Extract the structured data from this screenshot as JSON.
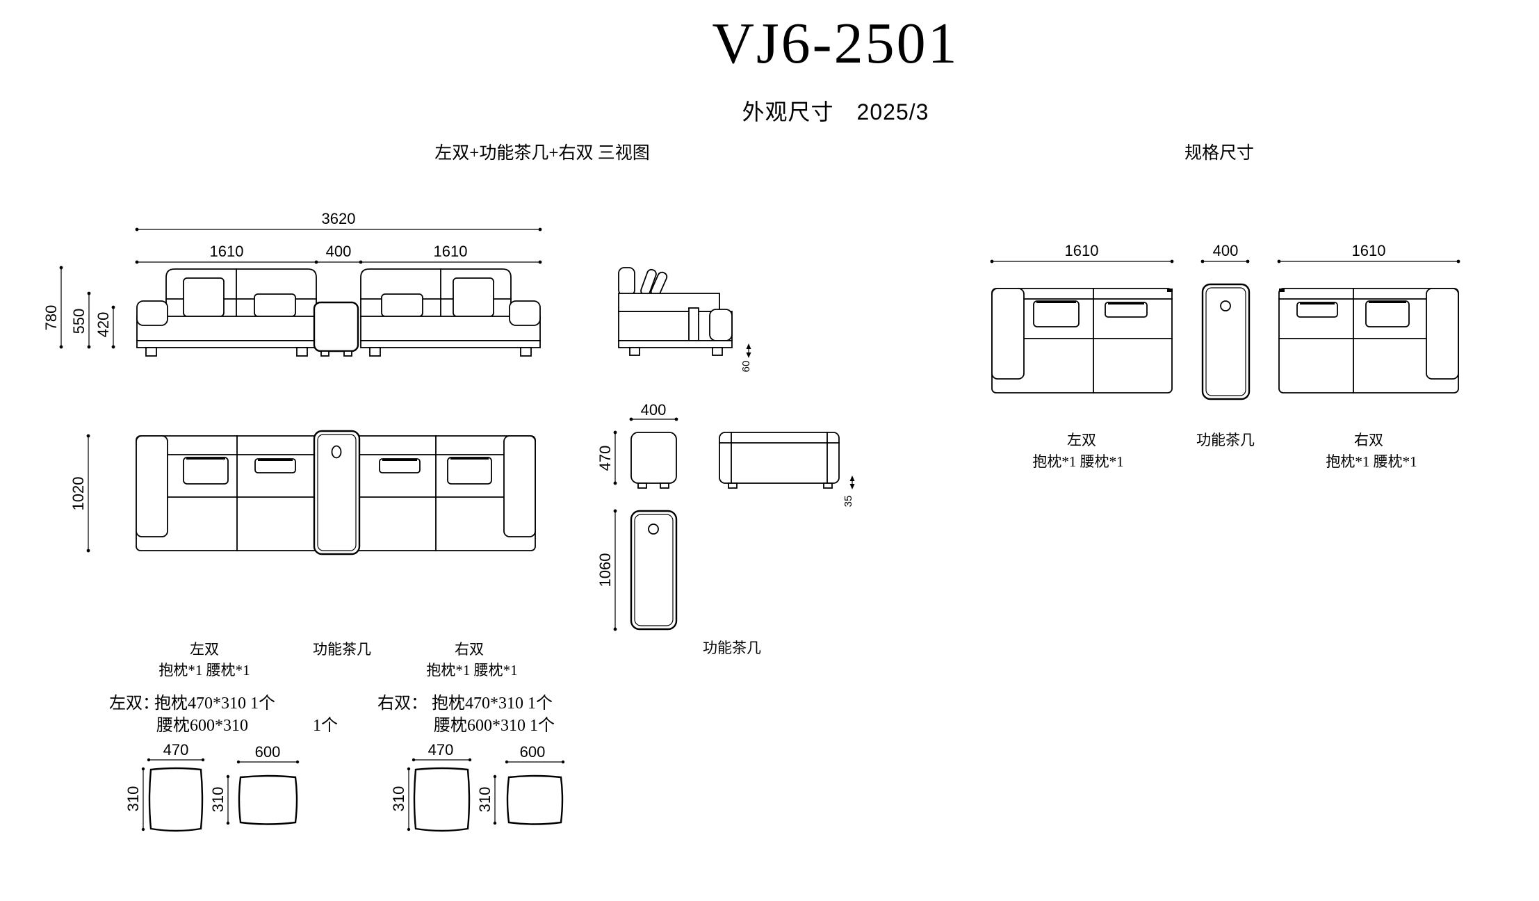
{
  "title": "VJ6-2501",
  "subtitle": "外观尺寸　2025/3",
  "sections": {
    "left_heading": "左双+功能茶几+右双  三视图",
    "right_heading": "规格尺寸"
  },
  "front_view": {
    "dim_total": "3620",
    "dim_left_sofa": "1610",
    "dim_table": "400",
    "dim_right_sofa": "1610",
    "dim_height": "780",
    "dim_back_height": "550",
    "dim_arm_height": "420",
    "dim_leg_height": "60"
  },
  "plan_view": {
    "dim_depth": "1020",
    "labels": {
      "left_sofa": "左双",
      "left_sofa_pillows": "抱枕*1  腰枕*1",
      "table": "功能茶几",
      "right_sofa": "右双",
      "right_sofa_pillows": "抱枕*1  腰枕*1"
    }
  },
  "ottoman": {
    "dim_width": "400",
    "dim_front_height": "470",
    "dim_length": "1060",
    "dim_leg_height": "35",
    "label": "功能茶几"
  },
  "spec_view": {
    "dim_left_sofa": "1610",
    "dim_table": "400",
    "dim_right_sofa": "1610",
    "labels": {
      "left_sofa": "左双",
      "left_sofa_pillows": "抱枕*1  腰枕*1",
      "table": "功能茶几",
      "right_sofa": "右双",
      "right_sofa_pillows": "抱枕*1  腰枕*1"
    }
  },
  "pillow_specs": {
    "left_title": "左双：",
    "left_line1": "抱枕470*310  1个",
    "left_line2": "腰枕600*310",
    "left_line2_qty": "1个",
    "right_title": "右双：",
    "right_line1": "抱枕470*310  1个",
    "right_line2": "腰枕600*310  1个"
  },
  "pillow_diagrams": {
    "hug_width": "470",
    "waist_width": "600",
    "height": "310"
  },
  "colors": {
    "line": "#000000",
    "background": "#ffffff"
  }
}
